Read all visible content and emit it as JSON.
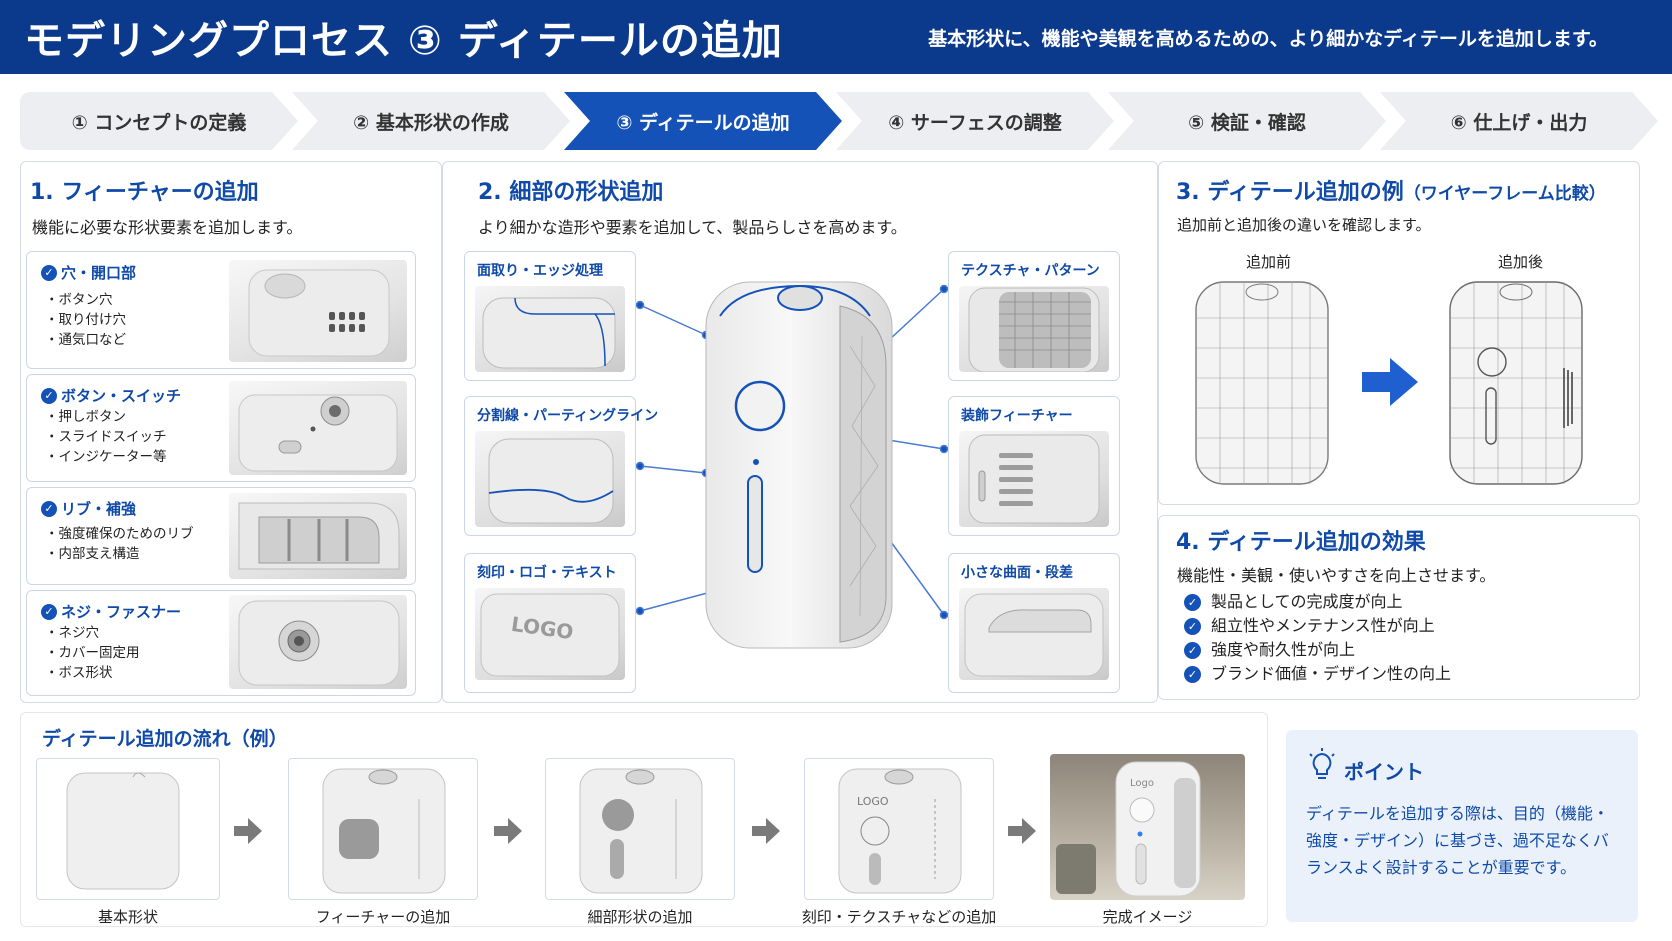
{
  "header": {
    "title": "モデリングプロセス ③ ディテールの追加",
    "subtitle": "基本形状に、機能や美観を高めるための、より細かなディテールを追加します。"
  },
  "steps": [
    {
      "label": "① コンセプトの定義",
      "active": false
    },
    {
      "label": "② 基本形状の作成",
      "active": false
    },
    {
      "label": "③ ディテールの追加",
      "active": true
    },
    {
      "label": "④ サーフェスの調整",
      "active": false
    },
    {
      "label": "⑤ 検証・確認",
      "active": false
    },
    {
      "label": "⑥ 仕上げ・出力",
      "active": false
    }
  ],
  "panel1": {
    "title": "1. フィーチャーの追加",
    "desc": "機能に必要な形状要素を追加します。",
    "cards": [
      {
        "title": "穴・開口部",
        "items": [
          "・ボタン穴",
          "・取り付け穴",
          "・通気口など"
        ]
      },
      {
        "title": "ボタン・スイッチ",
        "items": [
          "・押しボタン",
          "・スライドスイッチ",
          "・インジケーター等"
        ]
      },
      {
        "title": "リブ・補強",
        "items": [
          "・強度確保のためのリブ",
          "・内部支え構造"
        ]
      },
      {
        "title": "ネジ・ファスナー",
        "items": [
          "・ネジ穴",
          "・カバー固定用",
          "・ボス形状"
        ]
      }
    ]
  },
  "panel2": {
    "title": "2. 細部の形状追加",
    "desc": "より細かな造形や要素を追加して、製品らしさを高めます。",
    "left_cards": [
      {
        "title": "面取り・エッジ処理"
      },
      {
        "title": "分割線・パーティングライン"
      },
      {
        "title": "刻印・ロゴ・テキスト",
        "logo": "LOGO"
      }
    ],
    "right_cards": [
      {
        "title": "テクスチャ・パターン"
      },
      {
        "title": "装飾フィーチャー"
      },
      {
        "title": "小さな曲面・段差"
      }
    ]
  },
  "panel3": {
    "title": "3. ディテール追加の例",
    "title_suffix": "（ワイヤーフレーム比較）",
    "desc": "追加前と追加後の違いを確認します。",
    "before_label": "追加前",
    "after_label": "追加後"
  },
  "panel4": {
    "title": "4. ディテール追加の効果",
    "desc": "機能性・美観・使いやすさを向上させます。",
    "items": [
      "製品としての完成度が向上",
      "組立性やメンテナンス性が向上",
      "強度や耐久性が向上",
      "ブランド価値・デザイン性の向上"
    ]
  },
  "flow": {
    "title": "ディテール追加の流れ（例）",
    "steps": [
      {
        "label": "基本形状"
      },
      {
        "label": "フィーチャーの追加"
      },
      {
        "label": "細部形状の追加"
      },
      {
        "label": "刻印・テクスチャなどの追加",
        "logo": "LOGO"
      },
      {
        "label": "完成イメージ",
        "logo": "Logo"
      }
    ]
  },
  "point": {
    "title": "ポイント",
    "text": "ディテールを追加する際は、目的（機能・強度・デザイン）に基づき、過不足なくバランスよく設計することが重要です。"
  },
  "colors": {
    "header_bg": "#0b3a8c",
    "accent": "#1552b8",
    "title_blue": "#0f4aa8",
    "point_bg": "#eaf1fb"
  }
}
